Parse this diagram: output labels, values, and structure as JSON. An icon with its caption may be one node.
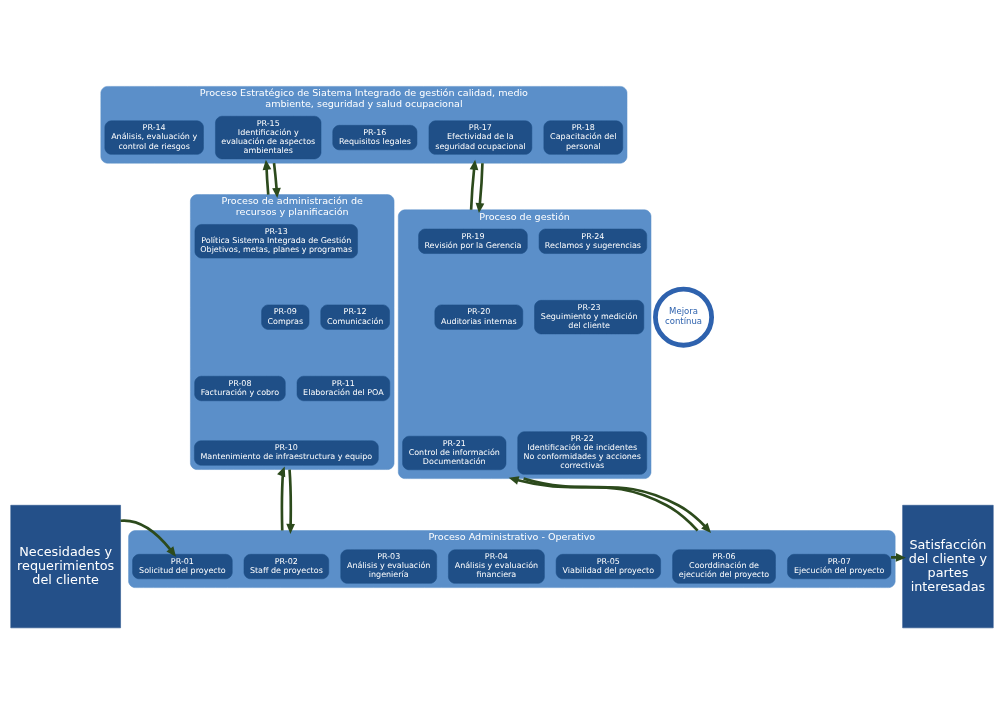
{
  "diagram": {
    "nodes": [
      {
        "text": [
          "Necesidades y requerimientos del cliente"
        ]
      },
      {
        "text": [
          "Proceso Estratégico de Siatema Integrado de gestión calidad, medio ambiente, seguridad y salud ocupacional"
        ]
      },
      {
        "text": [
          "PR-14",
          "Análisis, evaluación y control de riesgos"
        ],
        "in": 1
      },
      {
        "text": [
          "PR-15",
          "Identificación y evaluación de aspectos ambientales"
        ],
        "in": 1
      },
      {
        "text": [
          "PR-16",
          "Requisitos legales"
        ],
        "in": 1
      },
      {
        "text": [
          "PR-17",
          "Efectividad de la seguridad ocupacional"
        ],
        "in": 1
      },
      {
        "text": [
          "PR-18",
          "Capacitación del personal"
        ],
        "in": 1
      },
      {
        "text": [
          "Proceso de administración de recursos y planificación"
        ]
      },
      {
        "text": [
          "PR-13",
          "Política Sistema Integrada de Gestión Objetivos, metas, planes y programas"
        ],
        "in": 7
      },
      {
        "text": [
          "PR-09",
          "Compras"
        ],
        "in": 7
      },
      {
        "text": [
          "PR-12",
          "Comunicación"
        ],
        "in": 7
      },
      {
        "text": [
          "PR-08",
          "Facturación y cobro"
        ],
        "in": 7
      },
      {
        "text": [
          "PR-11",
          "Elaboración del POA"
        ],
        "in": 7
      },
      {
        "text": [
          "PR-10",
          "Mantenimiento de infraestructura y equipo"
        ],
        "in": 7
      },
      {
        "text": [
          "Mejora contínua"
        ]
      },
      {
        "text": [
          "Proceso de gestión"
        ]
      },
      {
        "text": [
          "PR-19",
          "Revisión por la Gerencia"
        ],
        "in": 15
      },
      {
        "text": [
          "PR-24",
          "Reclamos y sugerencias"
        ],
        "in": 15
      },
      {
        "text": [
          "PR-20",
          "Auditorias internas"
        ],
        "in": 15
      },
      {
        "text": [
          "PR-23",
          "Seguimiento y medición del cliente"
        ],
        "in": 15
      },
      {
        "text": [
          "PR-21",
          "Control de información Documentación"
        ],
        "in": 15
      },
      {
        "text": [
          "PR-22",
          "Identificación de incidentes No conformidades y acciones correctivas"
        ],
        "in": 15
      },
      {
        "text": [
          "Proceso Administrativo - Operativo"
        ]
      },
      {
        "text": [
          "PR-01",
          "Solicitud del proyecto"
        ],
        "in": 22
      },
      {
        "text": [
          "PR-02",
          "Staff de proyectos"
        ],
        "in": 22
      },
      {
        "text": [
          "PR-03",
          "Análisis y evaluación ingeniería"
        ],
        "in": 22
      },
      {
        "text": [
          "PR-04",
          "Análisis y evaluación financiera"
        ],
        "in": 22
      },
      {
        "text": [
          "PR-05",
          "Viabilidad del proyecto"
        ],
        "in": 22
      },
      {
        "text": [
          "PR-06",
          "Coorddinación de ejecución del proyecto"
        ],
        "in": 22
      },
      {
        "text": [
          "PR-07",
          "Ejecución del proyecto"
        ],
        "in": 22
      },
      {
        "text": [
          "Satisfacción del cliente y partes interesadas"
        ]
      }
    ],
    "edges": [
      {
        "from": 7,
        "to": 1,
        "arrow": "to"
      },
      {
        "from": 1,
        "to": 7,
        "arrow": "to"
      },
      {
        "from": 15,
        "to": 1,
        "arrow": "to"
      },
      {
        "from": 1,
        "to": 15,
        "arrow": "to"
      },
      {
        "from": 22,
        "to": 7,
        "arrow": "to"
      },
      {
        "from": 7,
        "to": 22,
        "arrow": "to"
      },
      {
        "from": 22,
        "to": 15,
        "arrow": "to"
      },
      {
        "from": 15,
        "to": 22,
        "arrow": "to"
      },
      {
        "from": 0,
        "to": 23,
        "arrow": "to"
      },
      {
        "from": 29,
        "to": 30,
        "arrow": "to"
      }
    ]
  }
}
